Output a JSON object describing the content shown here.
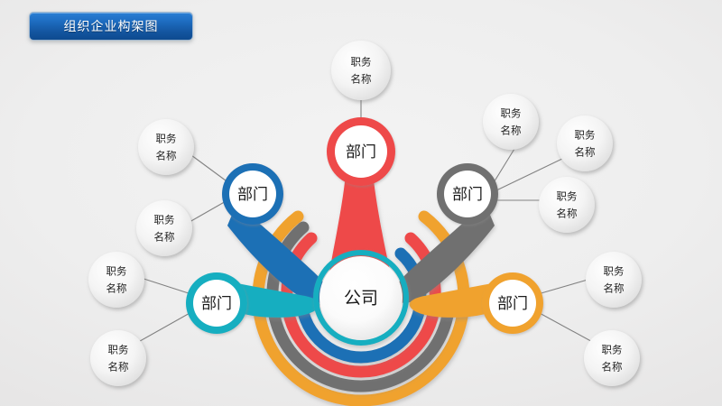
{
  "title": {
    "text": "组织企业构架图"
  },
  "colors": {
    "background": "#ebeaea",
    "banner_top": "#2b7fd4",
    "banner_bottom": "#0d4a8f",
    "banner_text": "#ffffff",
    "teal": "#13AEC0",
    "blue": "#1B6FB5",
    "red": "#EE4A4A",
    "gray": "#707070",
    "orange": "#F0A22E",
    "leaf_fill": "#f2f2f2",
    "leaf_edge": "#cfcfcf",
    "connector": "#6f6f6f",
    "label_text": "#1a1a1a"
  },
  "center": {
    "label": "公司",
    "name": "company-node"
  },
  "departments": [
    {
      "id": "dept-blue",
      "label": "部门",
      "color": "#1B6FB5",
      "ring_index": 2,
      "leaves": [
        {
          "id": "leaf-blue-1",
          "label": "职务\n名称",
          "line1": "职务",
          "line2": "名称"
        },
        {
          "id": "leaf-blue-2",
          "label": "职务\n名称",
          "line1": "职务",
          "line2": "名称"
        }
      ]
    },
    {
      "id": "dept-red",
      "label": "部门",
      "color": "#EE4A4A",
      "ring_index": 3,
      "leaves": [
        {
          "id": "leaf-red-1",
          "label": "职务\n名称",
          "line1": "职务",
          "line2": "名称"
        }
      ]
    },
    {
      "id": "dept-gray",
      "label": "部门",
      "color": "#707070",
      "ring_index": 4,
      "leaves": [
        {
          "id": "leaf-gray-1",
          "label": "职务\n名称",
          "line1": "职务",
          "line2": "名称"
        },
        {
          "id": "leaf-gray-2",
          "label": "职务\n名称",
          "line1": "职务",
          "line2": "名称"
        },
        {
          "id": "leaf-gray-3",
          "label": "职务\n名称",
          "line1": "职务",
          "line2": "名称"
        }
      ]
    },
    {
      "id": "dept-orange",
      "label": "部门",
      "color": "#F0A22E",
      "ring_index": 5,
      "leaves": [
        {
          "id": "leaf-orange-1",
          "label": "职务\n名称",
          "line1": "职务",
          "line2": "名称"
        },
        {
          "id": "leaf-orange-2",
          "label": "职务\n名称",
          "line1": "职务",
          "line2": "名称"
        }
      ]
    },
    {
      "id": "dept-teal",
      "label": "部门",
      "color": "#13AEC0",
      "ring_index": 1,
      "leaves": [
        {
          "id": "leaf-teal-1",
          "label": "职务\n名称",
          "line1": "职务",
          "line2": "名称"
        },
        {
          "id": "leaf-teal-2",
          "label": "职务\n名称",
          "line1": "职务",
          "line2": "名称"
        }
      ]
    }
  ]
}
